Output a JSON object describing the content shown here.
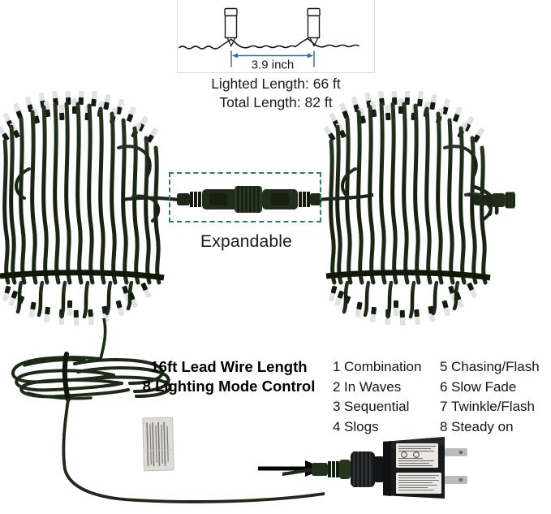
{
  "inset_diagram": {
    "name": "bulb-spacing-diagram",
    "dimension_label": "3.9 inch",
    "arrow_color": "#3d6e8f",
    "line_color": "#1a1a1a",
    "border_color": "#dcdcdc",
    "bulb_count": 2
  },
  "specs": {
    "lighted_length": "Lighted Length: 66 ft",
    "total_length": "Total Length: 82 ft"
  },
  "expandable": {
    "label": "Expandable",
    "dash_color": "#2e7d5b"
  },
  "headline": {
    "line1": "16ft Lead Wire Length",
    "line2": "8 Lighting Mode Control"
  },
  "modes": {
    "column1": [
      {
        "num": "1",
        "label": "Combination"
      },
      {
        "num": "2",
        "label": "In Waves"
      },
      {
        "num": "3",
        "label": "Sequential"
      },
      {
        "num": "4",
        "label": "Slogs"
      }
    ],
    "column2": [
      {
        "num": "5",
        "label": "Chasing/Flash"
      },
      {
        "num": "6",
        "label": "Slow Fade"
      },
      {
        "num": "7",
        "label": "Twinkle/Flash"
      },
      {
        "num": "8",
        "label": "Steady on"
      }
    ]
  },
  "product": {
    "wire_color": "#1d2a1f",
    "bulb_tip_color": "#e8eaea",
    "adapter_color": "#17181a",
    "prong_color": "#b9bcbe",
    "tag_color": "#d8d7d2",
    "background": "#ffffff"
  }
}
